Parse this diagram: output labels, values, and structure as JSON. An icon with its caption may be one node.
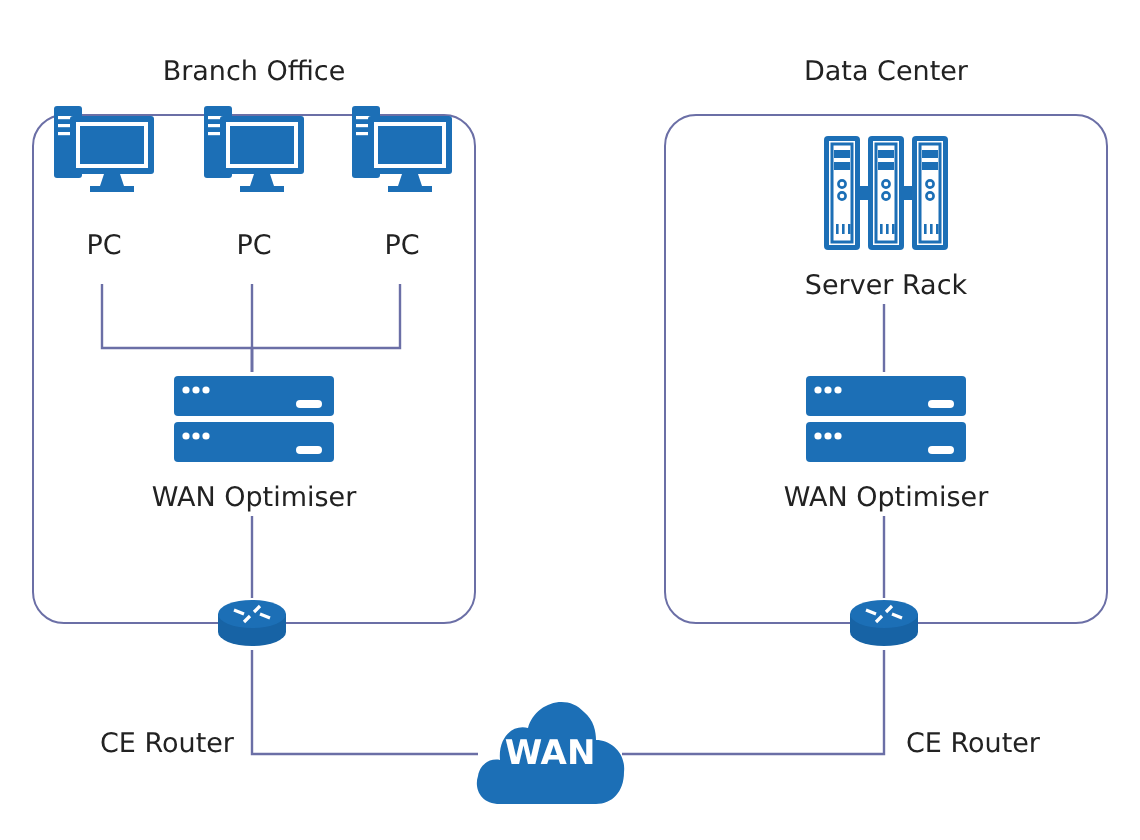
{
  "diagram": {
    "nodes": [
      {
        "text": [
          "Branch Office"
        ]
      },
      {
        "text": [
          "PC"
        ],
        "in": 0
      },
      {
        "text": [
          "PC"
        ],
        "in": 0
      },
      {
        "text": [
          "PC"
        ],
        "in": 0
      },
      {
        "text": [
          "WAN Optimiser"
        ],
        "in": 0
      },
      {
        "text": [],
        "shape": "cylinder",
        "beside": [
          "CE Router"
        ]
      },
      {
        "text": [
          "Data Center"
        ]
      },
      {
        "text": [
          "Server Rack"
        ],
        "in": 6
      },
      {
        "text": [
          "WAN Optimiser"
        ],
        "in": 6
      },
      {
        "text": [],
        "shape": "cylinder",
        "beside": [
          "CE Router"
        ]
      },
      {
        "text": [
          "WAN"
        ]
      }
    ],
    "edges": [
      {
        "from": 1,
        "to": 4,
        "arrow": "none"
      },
      {
        "from": 2,
        "to": 4,
        "arrow": "none"
      },
      {
        "from": 3,
        "to": 4,
        "arrow": "none"
      },
      {
        "from": 4,
        "to": 5,
        "arrow": "none"
      },
      {
        "from": 5,
        "to": 10,
        "arrow": "none"
      },
      {
        "from": 7,
        "to": 8,
        "arrow": "none"
      },
      {
        "from": 8,
        "to": 9,
        "arrow": "none"
      },
      {
        "from": 9,
        "to": 10,
        "arrow": "none"
      }
    ]
  }
}
